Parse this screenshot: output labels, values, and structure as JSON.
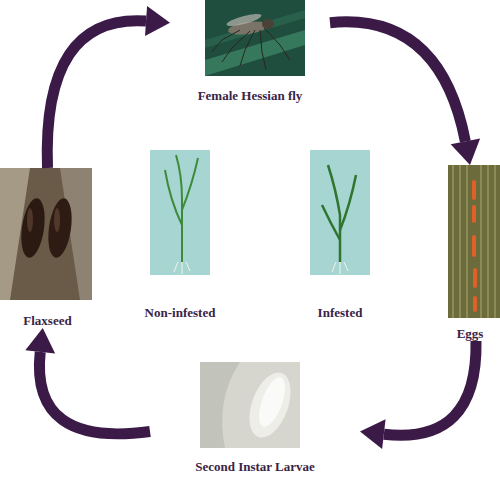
{
  "diagram": {
    "nodes": [
      {
        "text": [
          "Female Hessian fly"
        ]
      },
      {
        "text": [
          "Eggs"
        ]
      },
      {
        "text": [
          "Second Instar Larvae"
        ]
      },
      {
        "text": [
          "Flaxseed"
        ]
      }
    ],
    "edges": [
      {
        "from": 0,
        "to": 1,
        "arrow": "to"
      },
      {
        "from": 1,
        "to": 2,
        "arrow": "to"
      },
      {
        "from": 2,
        "to": 3,
        "arrow": "to"
      },
      {
        "from": 3,
        "to": 0,
        "arrow": "to"
      }
    ],
    "labels": [
      "Non-infested",
      "Infested"
    ]
  }
}
